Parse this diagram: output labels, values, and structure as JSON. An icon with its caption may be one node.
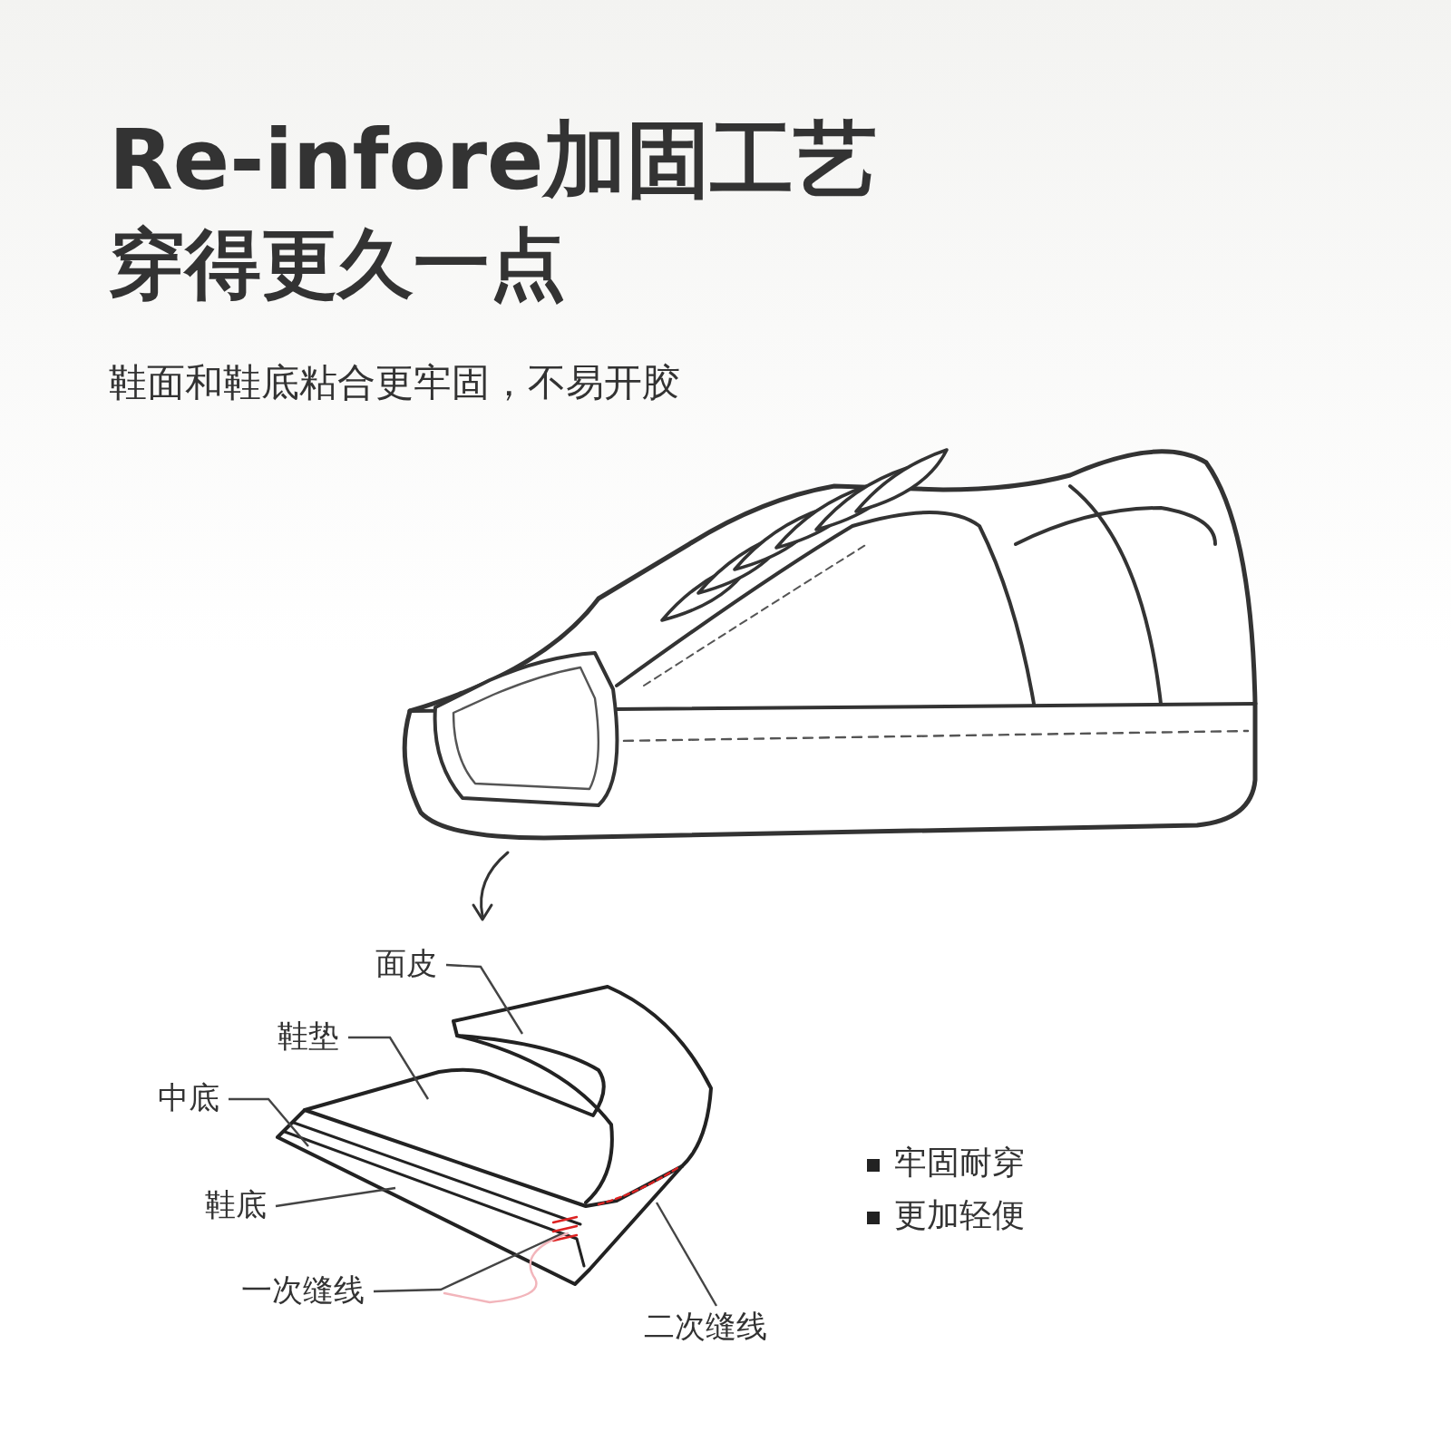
{
  "diagram": {
    "title": "Re-infore加固工艺",
    "nodes": [
      {
        "text": [
          "面皮"
        ]
      },
      {
        "text": [
          "鞋垫"
        ]
      },
      {
        "text": [
          "中底"
        ]
      },
      {
        "text": [
          "鞋底"
        ]
      },
      {
        "text": [
          "一次缝线"
        ]
      },
      {
        "text": [
          "二次缝线"
        ]
      }
    ],
    "edges": [
      {
        "from": 0,
        "to": null,
        "arrow": "none"
      },
      {
        "from": 1,
        "to": null,
        "arrow": "none"
      },
      {
        "from": 2,
        "to": null,
        "arrow": "none"
      },
      {
        "from": 3,
        "to": null,
        "arrow": "none"
      },
      {
        "from": 4,
        "to": null,
        "arrow": "none"
      },
      {
        "from": 5,
        "to": null,
        "arrow": "none"
      }
    ],
    "labels": [
      "穿得更久一点",
      "鞋面和鞋底粘合更牢固，不易开胶",
      "牢固耐穿",
      "更加轻便"
    ]
  }
}
